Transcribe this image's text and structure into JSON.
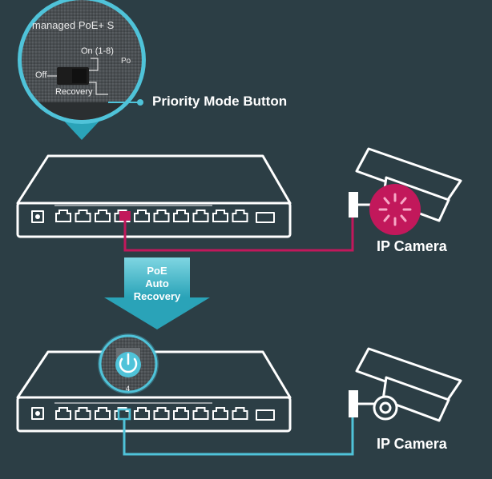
{
  "labels": {
    "priority_mode_button": "Priority Mode Button",
    "camera_top": "IP Camera",
    "camera_bottom": "IP Camera",
    "auto_recovery_line1": "PoE",
    "auto_recovery_line2": "Auto",
    "auto_recovery_line3": "Recovery"
  },
  "zoom_panel": {
    "title": "managed PoE+ S",
    "switch_on": "On (1-8)",
    "switch_off": "Off",
    "recovery": "Recovery",
    "truncated": "Po"
  },
  "port_number": "4",
  "colors": {
    "background": "#2c3e45",
    "outline": "#ffffff",
    "fault": "#c2185b",
    "recovered": "#4fc3d9",
    "arrow": "#59c9d8"
  }
}
